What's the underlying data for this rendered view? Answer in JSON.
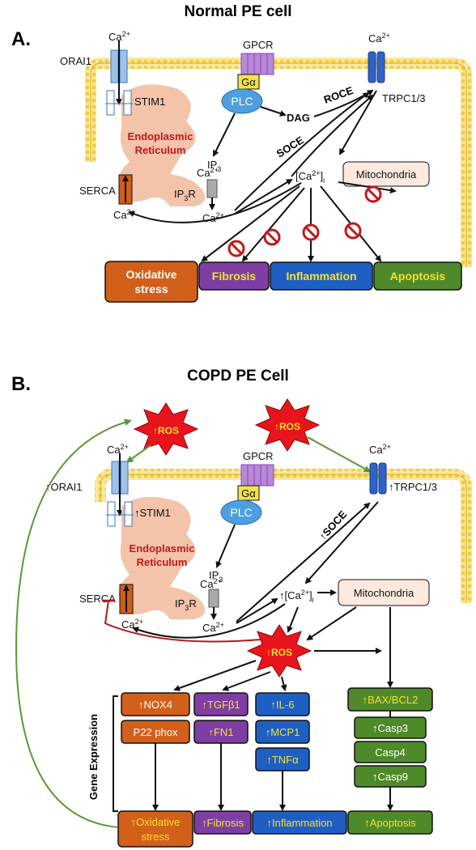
{
  "panel_a": {
    "title": "Normal PE cell",
    "letter": "A.",
    "ca": "Ca",
    "ca_sup": "2+",
    "orai1": "ORAI1",
    "stim1": "STIM1",
    "gpcr": "GPCR",
    "galpha": "Gα",
    "plc": "PLC",
    "dag": "DAG",
    "roce": "ROCE",
    "trpc": "TRPC1/3",
    "er_line1": "Endoplasmic",
    "er_line2": "Reticulum",
    "ip3": "IP",
    "ip3_sub": "3",
    "ip3r": "IP",
    "ip3r_sub": "3",
    "ip3r_r": "R",
    "serca": "SERCA",
    "soce": "SOCE",
    "cai": "[Ca",
    "cai_close": "]",
    "cai_sub": "i",
    "mito": "Mitochondria",
    "outcomes": {
      "oxidative_1": "Oxidative",
      "oxidative_2": "stress",
      "fibrosis": "Fibrosis",
      "inflammation": "Inflammation",
      "apoptosis": "Apoptosis"
    }
  },
  "panel_b": {
    "title": "COPD PE Cell",
    "letter": "B.",
    "ros": "↑ROS",
    "orai1": "↑ORAI1",
    "stim1": "↑STIM1",
    "trpc": "↑TRPC1/3",
    "soce": "↑SOCE",
    "cai_arrow": "↑[Ca",
    "gene_expression": "Gene Expression",
    "ox_genes": [
      "↑NOX4",
      "P22 phox"
    ],
    "fib_genes": [
      "↑TGFβ1",
      "↑FN1"
    ],
    "inf_genes": [
      "↑IL-6",
      "↑MCP1",
      "↑TNFα"
    ],
    "apo_genes": [
      "↑BAX/BCL2",
      "↑Casp3",
      "Casp4",
      "↑Casp9"
    ],
    "outcomes": {
      "oxidative_1": "↑Oxidative",
      "oxidative_2": "stress",
      "fibrosis": "↑Fibrosis",
      "inflammation": "↑Inflammation",
      "apoptosis": "↑Apoptosis"
    }
  },
  "colors": {
    "membrane": "#f2d13a",
    "membrane_dark": "#d9a81c",
    "channel_blue": "#9cc3e6",
    "channel_dark": "#3d74c4",
    "trpc": "#2f62c8",
    "gpcr": "#8a44b5",
    "plc": "#4f9fe0",
    "galpha": "#f4e24a",
    "er": "#f3c3aa",
    "serca": "#d05d1a",
    "oxidative": "#d2601a",
    "fibrosis": "#7f3ea3",
    "inflammation": "#1f5fc4",
    "apoptosis": "#4f8a2a",
    "mito": "#fde9df",
    "ros_fill": "#e8141c",
    "ros_text": "#f5e02d",
    "feedback_green": "#5a9a38",
    "inhibit_red": "#b01818"
  }
}
